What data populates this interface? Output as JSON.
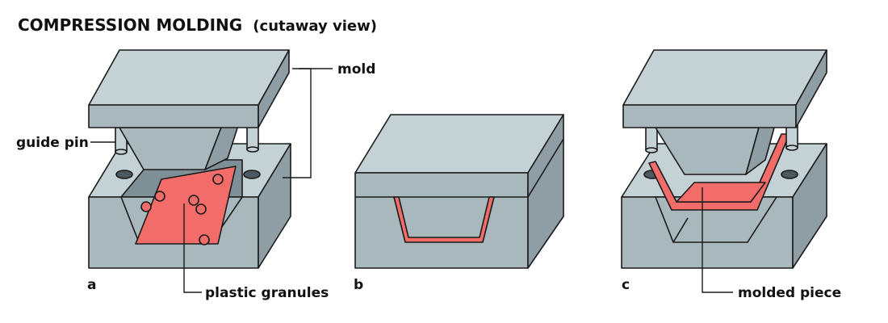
{
  "title": "COMPRESSION MOLDING",
  "subtitle": "(cutaway view)",
  "panels": [
    {
      "label": "a"
    },
    {
      "label": "b"
    },
    {
      "label": "c"
    }
  ],
  "callouts": {
    "mold": "mold",
    "guide_pin": "guide pin",
    "plastic_granules": "plastic granules",
    "molded_piece": "molded piece"
  },
  "colors": {
    "mold_top": "#c4d1d5",
    "mold_front": "#a9b8bd",
    "mold_side": "#8e9ea4",
    "plastic": "#f26d69",
    "hole": "#4c5a60"
  }
}
